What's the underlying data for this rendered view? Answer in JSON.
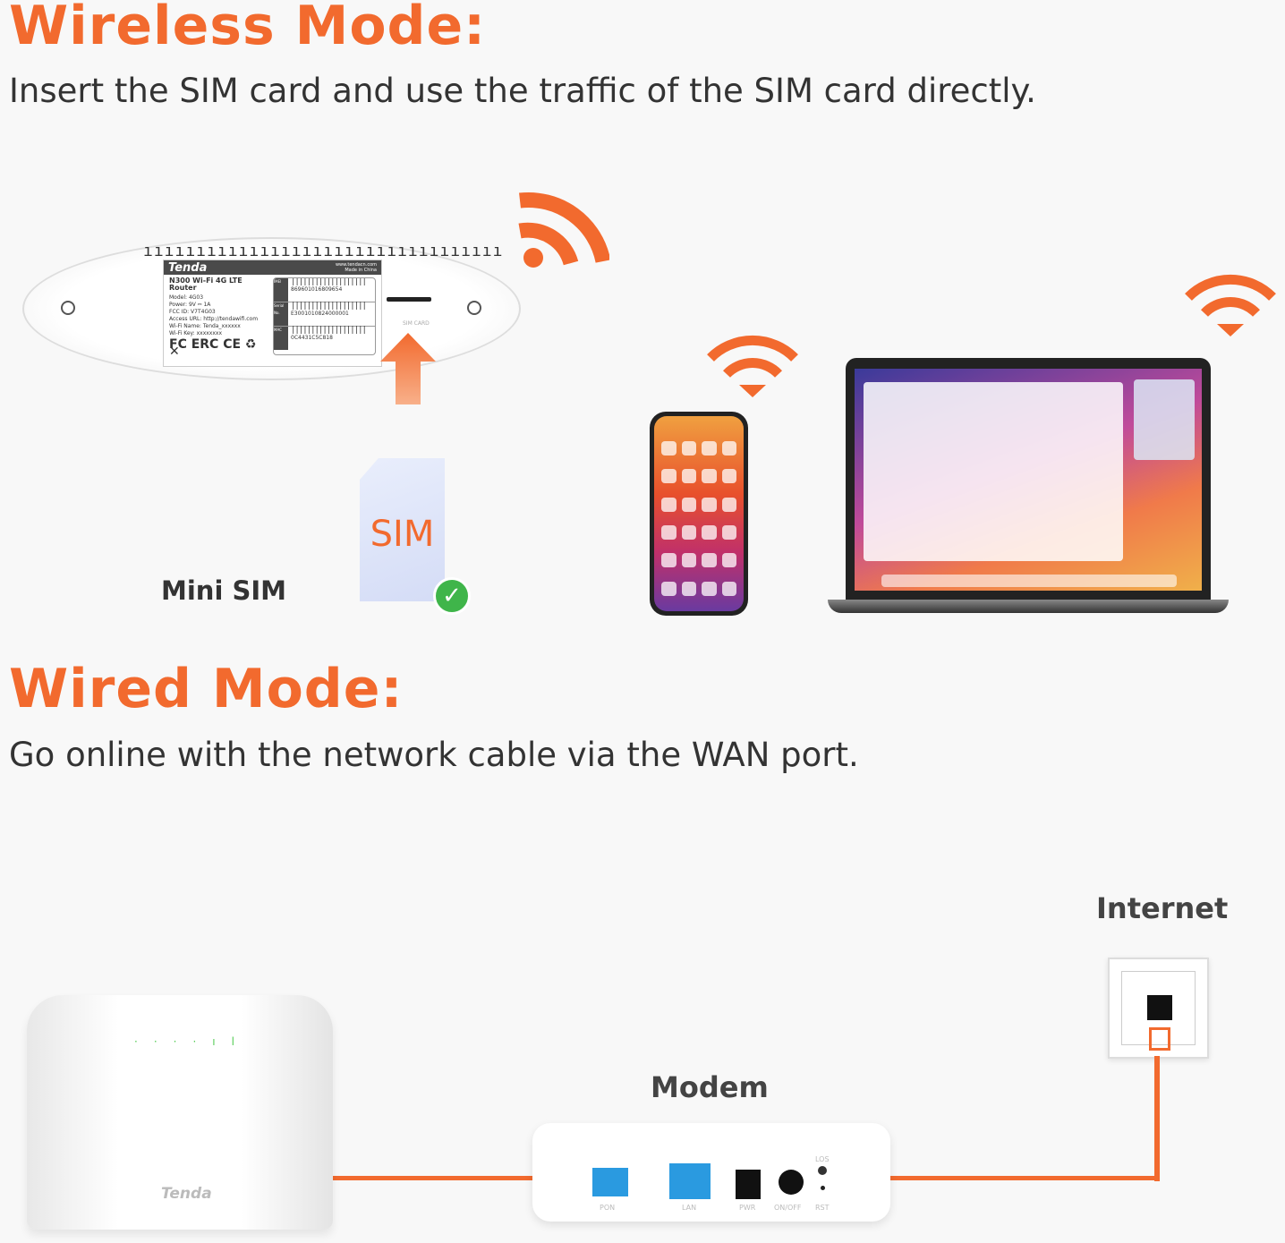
{
  "wireless": {
    "title": "Wireless Mode:",
    "subtitle": "Insert the SIM card and use the traffic of the SIM card directly.",
    "sim_label": "SIM",
    "mini_sim_label": "Mini SIM",
    "sim_slot_label": "SIM CARD",
    "router_label": {
      "brand": "Tenda",
      "website": "www.tendacn.com",
      "made_in": "Made in China",
      "product": "N300 Wi-Fi 4G LTE Router",
      "specs": [
        "Model: 4G03",
        "Power: 9V ⎓ 1A",
        "FCC ID: V7T4G03",
        "Access URL: http://tendawifi.com",
        "Wi-Fi Name: Tenda_xxxxxx",
        "Wi-Fi Key: xxxxxxxx"
      ],
      "codes": [
        {
          "name": "IMEI",
          "value": "869601016809654"
        },
        {
          "name": "Serial No.",
          "value": "E3001010824000001"
        },
        {
          "name": "MAC",
          "value": "0C4431C5C818"
        }
      ]
    }
  },
  "wired": {
    "title": "Wired Mode:",
    "subtitle": "Go online with the network cable via the WAN port.",
    "internet_label": "Internet",
    "modem_label": "Modem",
    "router_brand": "Tenda",
    "modem_ports": [
      "PON",
      "LAN",
      "PWR",
      "ON/OFF",
      "LOS",
      "RST"
    ]
  },
  "colors": {
    "accent": "#f26a2e",
    "check": "#3fb54a",
    "port_blue": "#2a9ae0"
  }
}
